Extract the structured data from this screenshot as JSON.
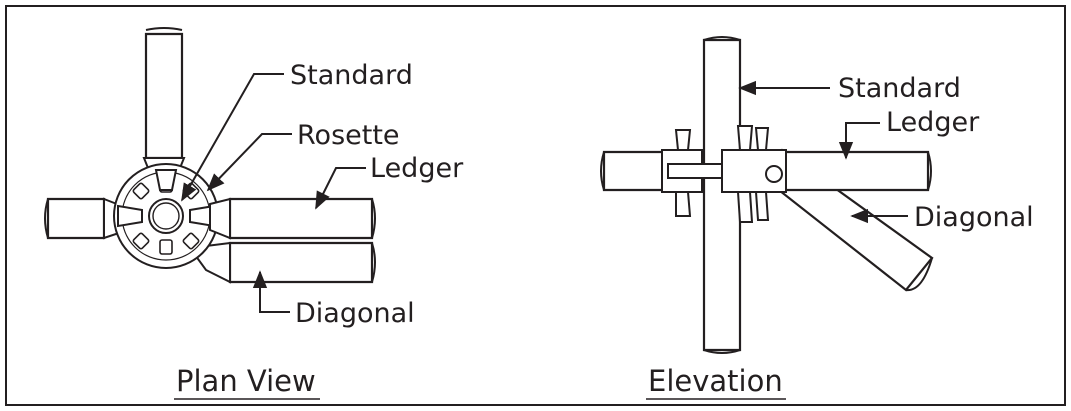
{
  "plan_view": {
    "caption": "Plan View",
    "labels": {
      "standard": "Standard",
      "rosette": "Rosette",
      "ledger": "Ledger",
      "diagonal": "Diagonal"
    }
  },
  "elevation": {
    "caption": "Elevation",
    "labels": {
      "standard": "Standard",
      "ledger": "Ledger",
      "diagonal": "Diagonal"
    }
  }
}
